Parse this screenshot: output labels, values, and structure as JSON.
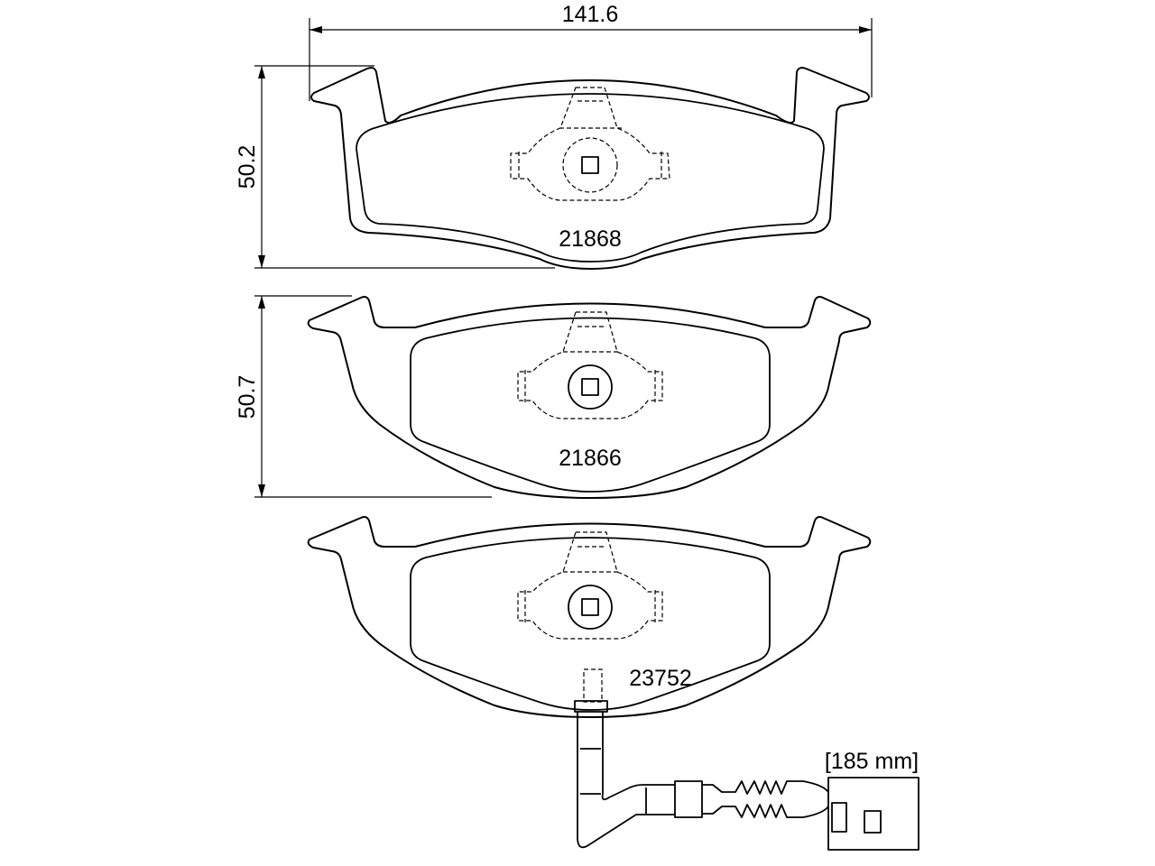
{
  "dimensions": {
    "width_label": "141.6",
    "height_top_label": "50.2",
    "height_middle_label": "50.7"
  },
  "pads": [
    {
      "part_number": "21868"
    },
    {
      "part_number": "21866"
    },
    {
      "part_number": "23752"
    }
  ],
  "sensor": {
    "cable_length_label": "[185 mm]"
  }
}
